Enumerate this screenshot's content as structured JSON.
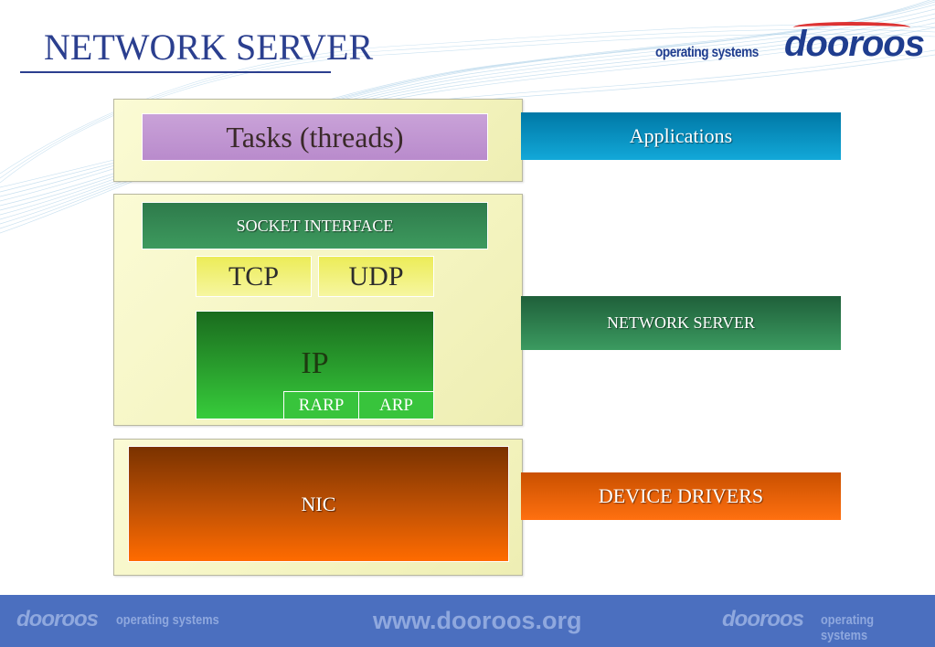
{
  "title": "NETWORK SERVER",
  "brand": {
    "subtitle": "operating systems",
    "logo": "dooroos"
  },
  "diagram": {
    "tasks": "Tasks (threads)",
    "socket_interface": "SOCKET INTERFACE",
    "tcp": "TCP",
    "udp": "UDP",
    "ip": "IP",
    "rarp": "RARP",
    "arp": "ARP",
    "nic": "NIC"
  },
  "layers": {
    "applications": "Applications",
    "network_server": "NETWORK SERVER",
    "device_drivers": "DEVICE DRIVERS"
  },
  "footer": {
    "left_logo": "dooroos",
    "left_sub": "operating systems",
    "url": "www.dooroos.org",
    "right_logo": "dooroos",
    "right_sub": "operating systems"
  },
  "colors": {
    "title": "#2b3f8f",
    "tasks": "#c9a2d8",
    "socket": "#2e7a4b",
    "tcp_udp": "#ecec58",
    "ip": "#37cc3b",
    "nic": "#ff6b00",
    "applications": "#12a8d8",
    "network_server": "#3b9a60",
    "device_drivers": "#ff7010",
    "footer": "#4b6fbf"
  }
}
